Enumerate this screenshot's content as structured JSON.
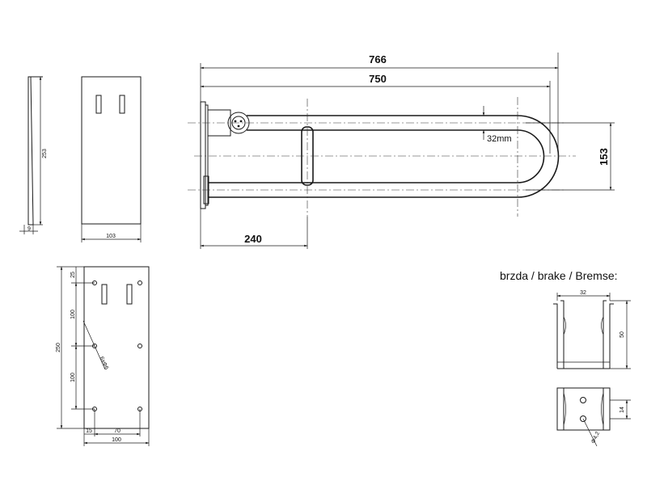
{
  "bar": {
    "total_length": "766",
    "inner_length": "750",
    "grip_position": "240",
    "tube_diameter": "32mm",
    "height": "153"
  },
  "wall_plate_side": {
    "height": "253",
    "thickness": "9"
  },
  "wall_plate_front": {
    "width": "103"
  },
  "mounting_plate": {
    "top_offset": "25",
    "spacing_1": "100",
    "total_height": "250",
    "spacing_2": "100",
    "hole_label": "6xΦ6",
    "edge_offset": "15",
    "hole_spacing": "70",
    "width": "100"
  },
  "brake": {
    "title": "brzda / brake / Bremse:",
    "width": "32",
    "height": "50",
    "hole_offset": "14",
    "hole_label": "Φ4,2"
  }
}
